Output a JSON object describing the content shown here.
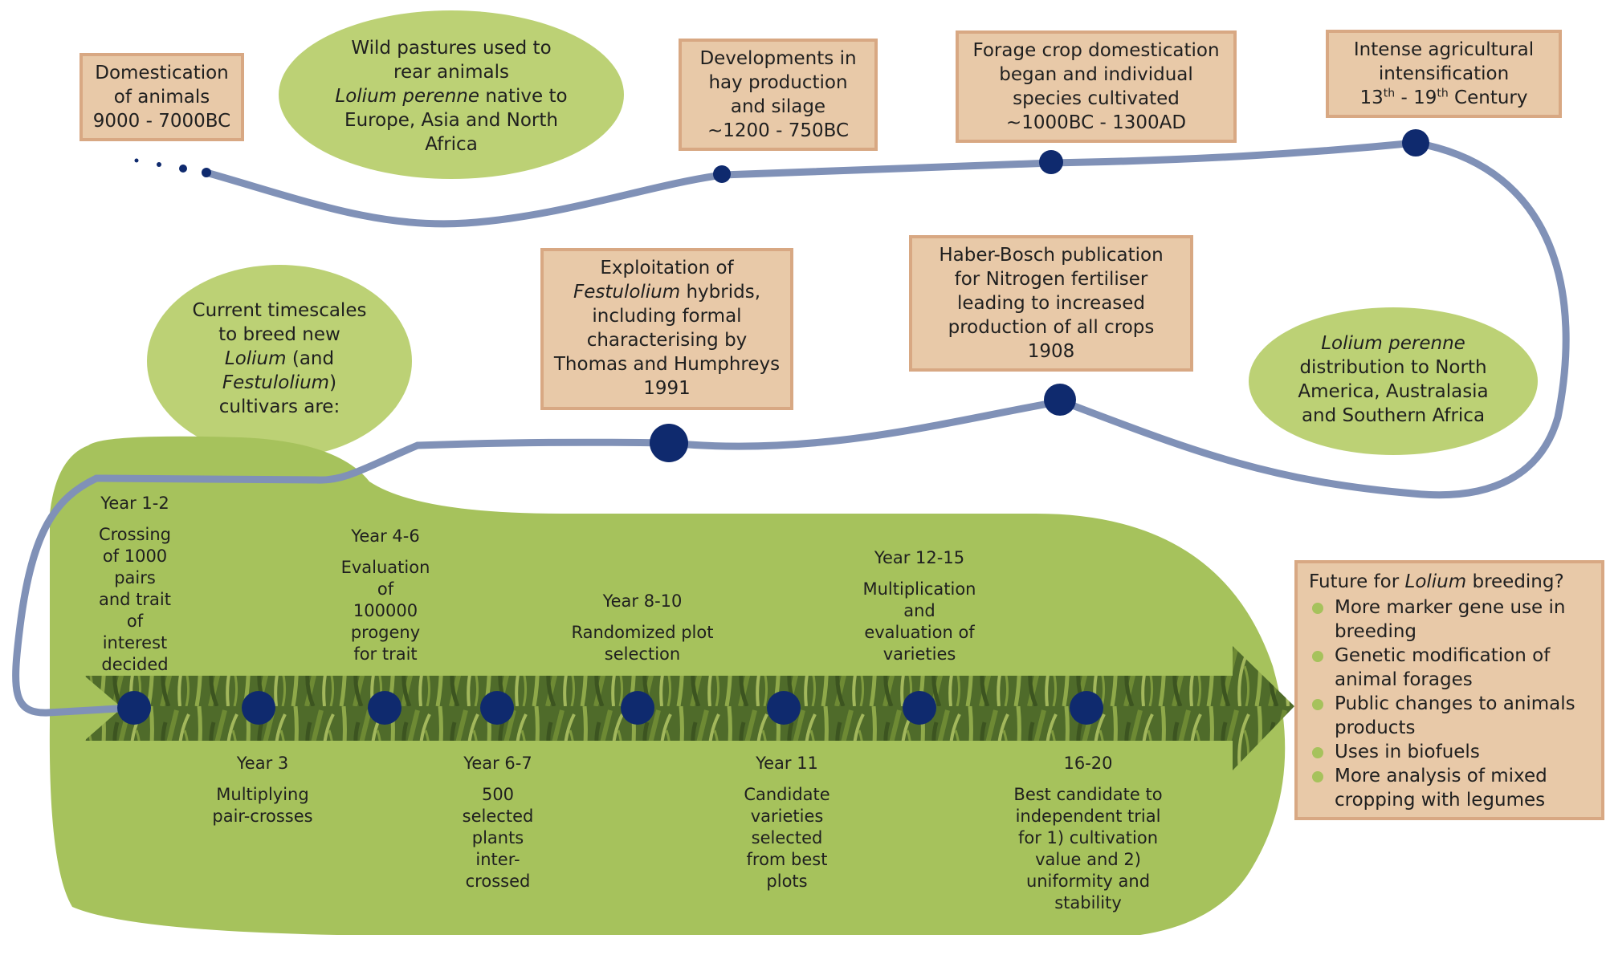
{
  "colors": {
    "blob": "#a6c25c",
    "blob_soft": "#b5cc66",
    "line": "#8091b7",
    "dot": "#0f2a6e",
    "box_fill": "#e8c9a8",
    "box_border": "#d8a883"
  },
  "boxes": {
    "domestication": [
      "Domestication",
      "of animals",
      "9000 - 7000BC"
    ],
    "hay": [
      "Developments in",
      "hay production",
      "and silage",
      "~1200 - 750BC"
    ],
    "forage": [
      "Forage crop domestication",
      "began and individual",
      "species cultivated",
      "~1000BC - 1300AD"
    ],
    "intense": {
      "l1": "Intense agricultural",
      "l2": "intensification",
      "c1": "13",
      "s1": "th",
      "dash": " - ",
      "c2": "19",
      "s2": "th",
      "tail": " Century"
    },
    "exploit": {
      "l1": "Exploitation of",
      "l2_italic": "Festulolium",
      "l2_rest": " hybrids,",
      "l3": "including formal",
      "l4": "characterising by",
      "l5": "Thomas and Humphreys",
      "l6": "1991"
    },
    "haber": [
      "Haber-Bosch publication",
      "for Nitrogen fertiliser",
      "leading to increased",
      "production of all crops",
      "1908"
    ]
  },
  "ovals": {
    "wild": {
      "l1": "Wild pastures used to",
      "l2": "rear animals",
      "l3_italic": "Lolium perenne",
      "l3_rest": " native to",
      "l4": "Europe, Asia and North",
      "l5": "Africa"
    },
    "current": {
      "l1": "Current timescales",
      "l2": "to breed new",
      "l3_italic": "Lolium",
      "l3_rest": " (and",
      "l4_italic": "Festulolium",
      "l4_rest": ")",
      "l5": "cultivars are:"
    },
    "distribution": {
      "l1_italic": "Lolium perenne",
      "l2": "distribution to North",
      "l3": "America, Australasia",
      "l4": "and Southern Africa"
    }
  },
  "steps_top": [
    {
      "year": "Year 1-2",
      "lines": [
        "Crossing",
        "of 1000",
        "pairs",
        "and trait",
        "of",
        "interest",
        "decided"
      ]
    },
    {
      "year": "Year 4-6",
      "lines": [
        "Evaluation",
        "of",
        "100000",
        "progeny",
        "for trait"
      ]
    },
    {
      "year": "Year 8-10",
      "lines": [
        "Randomized plot",
        "selection"
      ]
    },
    {
      "year": "Year 12-15",
      "lines": [
        "Multiplication",
        "and",
        "evaluation of",
        "varieties"
      ]
    }
  ],
  "steps_bottom": [
    {
      "year": "Year 3",
      "lines": [
        "Multiplying",
        "pair-crosses"
      ]
    },
    {
      "year": "Year 6-7",
      "lines": [
        "500",
        "selected",
        "plants",
        "inter-",
        "crossed"
      ]
    },
    {
      "year": "Year 11",
      "lines": [
        "Candidate",
        "varieties",
        "selected",
        "from best",
        "plots"
      ]
    },
    {
      "year": "16-20",
      "lines": [
        "Best candidate to",
        "independent trial",
        "for 1) cultivation",
        "value and 2)",
        "uniformity and",
        "stability"
      ]
    }
  ],
  "future": {
    "title_a": "Future for ",
    "title_i": "Lolium",
    "title_b": " breeding?",
    "items": [
      [
        "More marker gene use in",
        "breeding"
      ],
      [
        "Genetic modification of",
        "animal forages"
      ],
      [
        "Public changes to animals",
        "products"
      ],
      [
        "Uses in biofuels"
      ],
      [
        "More analysis of mixed",
        "cropping with legumes"
      ]
    ]
  }
}
